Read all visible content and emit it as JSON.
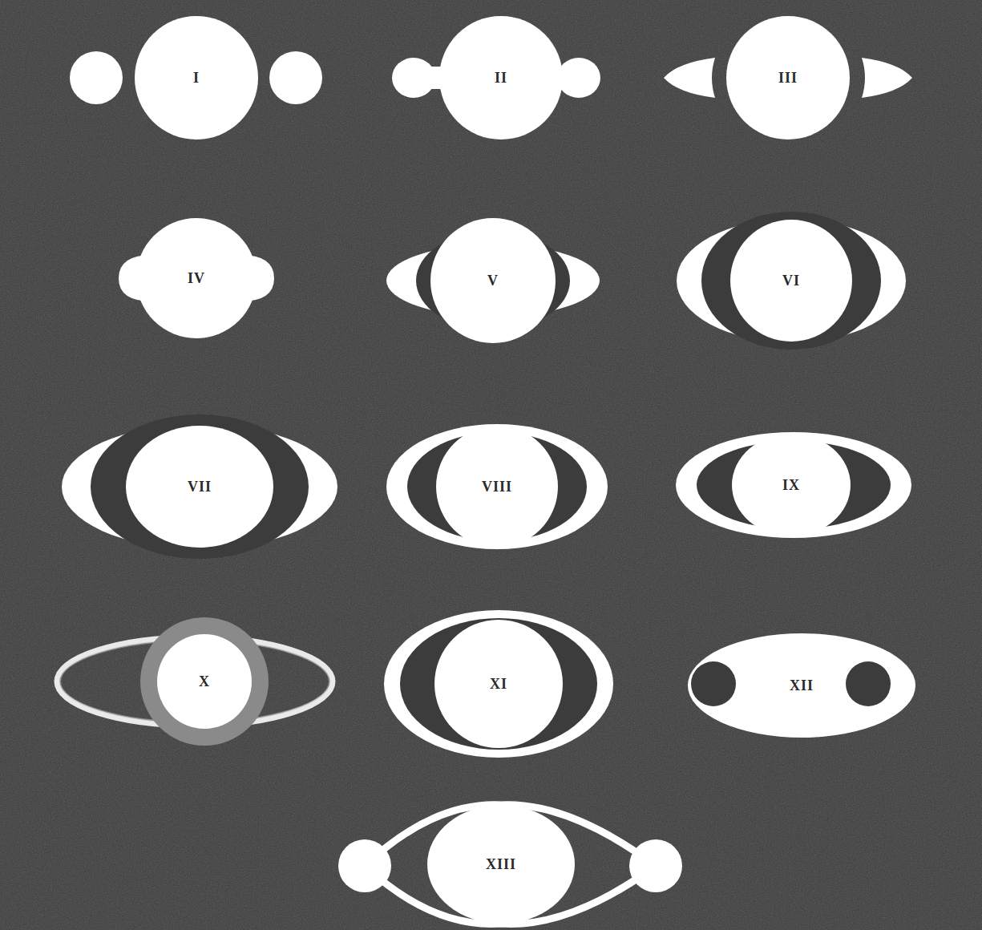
{
  "diagram": {
    "nodes": [
      {
        "text": [
          "I"
        ]
      },
      {
        "text": [
          "II"
        ]
      },
      {
        "text": [
          "III"
        ]
      },
      {
        "text": [
          "IV"
        ]
      },
      {
        "text": [
          "V"
        ]
      },
      {
        "text": [
          "VI"
        ]
      },
      {
        "text": [
          "VII"
        ]
      },
      {
        "text": [
          "VIII"
        ]
      },
      {
        "text": [
          "IX"
        ]
      },
      {
        "text": [
          "X"
        ]
      },
      {
        "text": [
          "XI"
        ]
      },
      {
        "text": [
          "XII"
        ]
      },
      {
        "text": [
          "XIII"
        ]
      }
    ]
  }
}
